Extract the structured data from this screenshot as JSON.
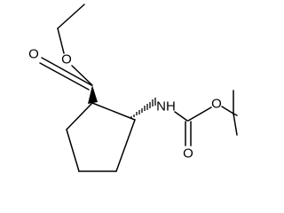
{
  "molecule": {
    "atoms": {
      "ester_carbonyl_oxygen": "O",
      "ester_ether_oxygen": "O",
      "amide_nitrogen": "NH",
      "carbamate_carbonyl_oxygen": "O",
      "carbamate_ether_oxygen": "O"
    },
    "colors": {
      "bond": "#000000",
      "label": "#000000",
      "background": "#ffffff"
    }
  }
}
